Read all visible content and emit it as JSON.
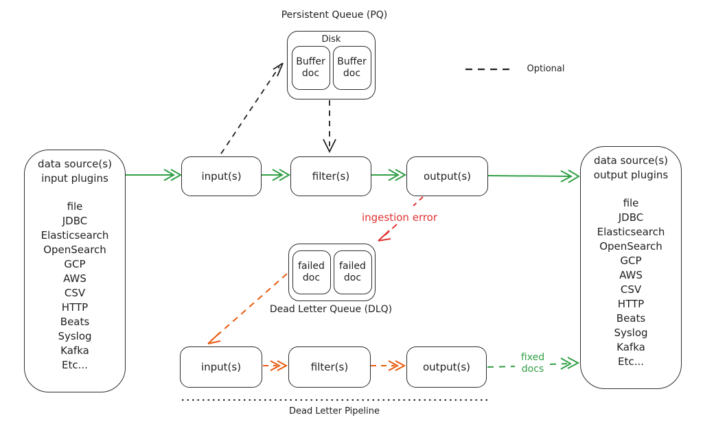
{
  "colors": {
    "ink": "#1e1e1e",
    "green": "#2f9e44",
    "orange": "#e8590c",
    "red": "#e03131"
  },
  "pq": {
    "title": "Persistent Queue (PQ)",
    "disk_label": "Disk",
    "docs": [
      "Buffer doc",
      "Buffer doc"
    ]
  },
  "legend": {
    "optional": "Optional"
  },
  "left_panel": {
    "title_line1": "data source(s)",
    "title_line2": "input plugins",
    "items": [
      "file",
      "JDBC",
      "Elasticsearch",
      "OpenSearch",
      "GCP",
      "AWS",
      "CSV",
      "HTTP",
      "Beats",
      "Syslog",
      "Kafka",
      "Etc..."
    ]
  },
  "right_panel": {
    "title_line1": "data source(s)",
    "title_line2": "output plugins",
    "items": [
      "file",
      "JDBC",
      "Elasticsearch",
      "OpenSearch",
      "GCP",
      "AWS",
      "CSV",
      "HTTP",
      "Beats",
      "Syslog",
      "Kafka",
      "Etc..."
    ]
  },
  "main_pipeline": {
    "input": "input(s)",
    "filter": "filter(s)",
    "output": "output(s)"
  },
  "dlq": {
    "docs": [
      "failed doc",
      "failed doc"
    ],
    "label": "Dead Letter Queue (DLQ)"
  },
  "dead_letter_pipeline": {
    "input": "input(s)",
    "filter": "filter(s)",
    "output": "output(s)",
    "label": "Dead Letter Pipeline"
  },
  "labels": {
    "ingestion_error": "ingestion error",
    "fixed_docs": "fixed docs"
  }
}
